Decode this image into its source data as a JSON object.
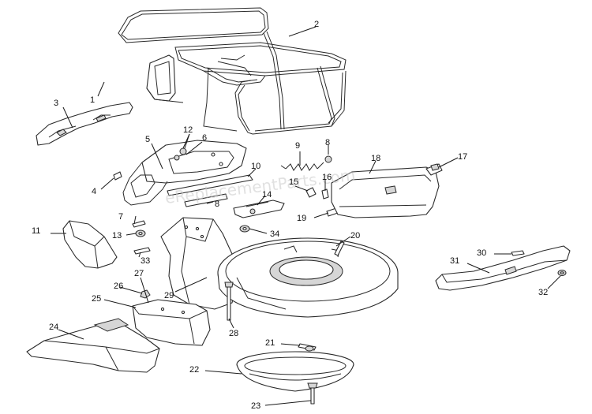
{
  "watermark": "eReplacementParts.com",
  "callouts": [
    {
      "id": "1",
      "label": "1"
    },
    {
      "id": "2",
      "label": "2"
    },
    {
      "id": "3",
      "label": "3"
    },
    {
      "id": "4",
      "label": "4"
    },
    {
      "id": "5",
      "label": "5"
    },
    {
      "id": "6",
      "label": "6"
    },
    {
      "id": "7",
      "label": "7"
    },
    {
      "id": "8a",
      "label": "8"
    },
    {
      "id": "8b",
      "label": "8"
    },
    {
      "id": "9",
      "label": "9"
    },
    {
      "id": "10",
      "label": "10"
    },
    {
      "id": "11",
      "label": "11"
    },
    {
      "id": "12",
      "label": "12"
    },
    {
      "id": "13",
      "label": "13"
    },
    {
      "id": "14",
      "label": "14"
    },
    {
      "id": "15",
      "label": "15"
    },
    {
      "id": "16",
      "label": "16"
    },
    {
      "id": "17",
      "label": "17"
    },
    {
      "id": "18",
      "label": "18"
    },
    {
      "id": "19",
      "label": "19"
    },
    {
      "id": "20",
      "label": "20"
    },
    {
      "id": "21",
      "label": "21"
    },
    {
      "id": "22",
      "label": "22"
    },
    {
      "id": "23",
      "label": "23"
    },
    {
      "id": "24",
      "label": "24"
    },
    {
      "id": "25",
      "label": "25"
    },
    {
      "id": "26",
      "label": "26"
    },
    {
      "id": "27",
      "label": "27"
    },
    {
      "id": "28",
      "label": "28"
    },
    {
      "id": "29",
      "label": "29"
    },
    {
      "id": "30",
      "label": "30"
    },
    {
      "id": "31",
      "label": "31"
    },
    {
      "id": "32",
      "label": "32"
    },
    {
      "id": "33",
      "label": "33"
    },
    {
      "id": "34",
      "label": "34"
    }
  ]
}
